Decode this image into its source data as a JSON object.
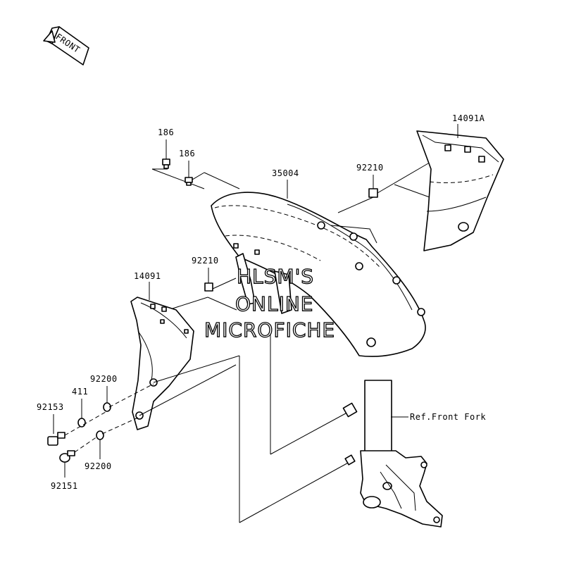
{
  "diagram": {
    "front_badge": "FRONT",
    "watermark": [
      "HLSM'S",
      "ONLINE",
      "MICROFICHE"
    ],
    "parts": {
      "bolt_186_a": "186",
      "bolt_186_b": "186",
      "fender_front": "35004",
      "nut_92210_right": "92210",
      "cover_right": "14091A",
      "nut_92210_left": "92210",
      "cover_left": "14091",
      "washer_92200_upper": "92200",
      "washer_411": "411",
      "bolt_92153": "92153",
      "washer_92200_lower": "92200",
      "bolt_92151": "92151"
    },
    "ref_front_fork": "Ref.Front Fork"
  }
}
